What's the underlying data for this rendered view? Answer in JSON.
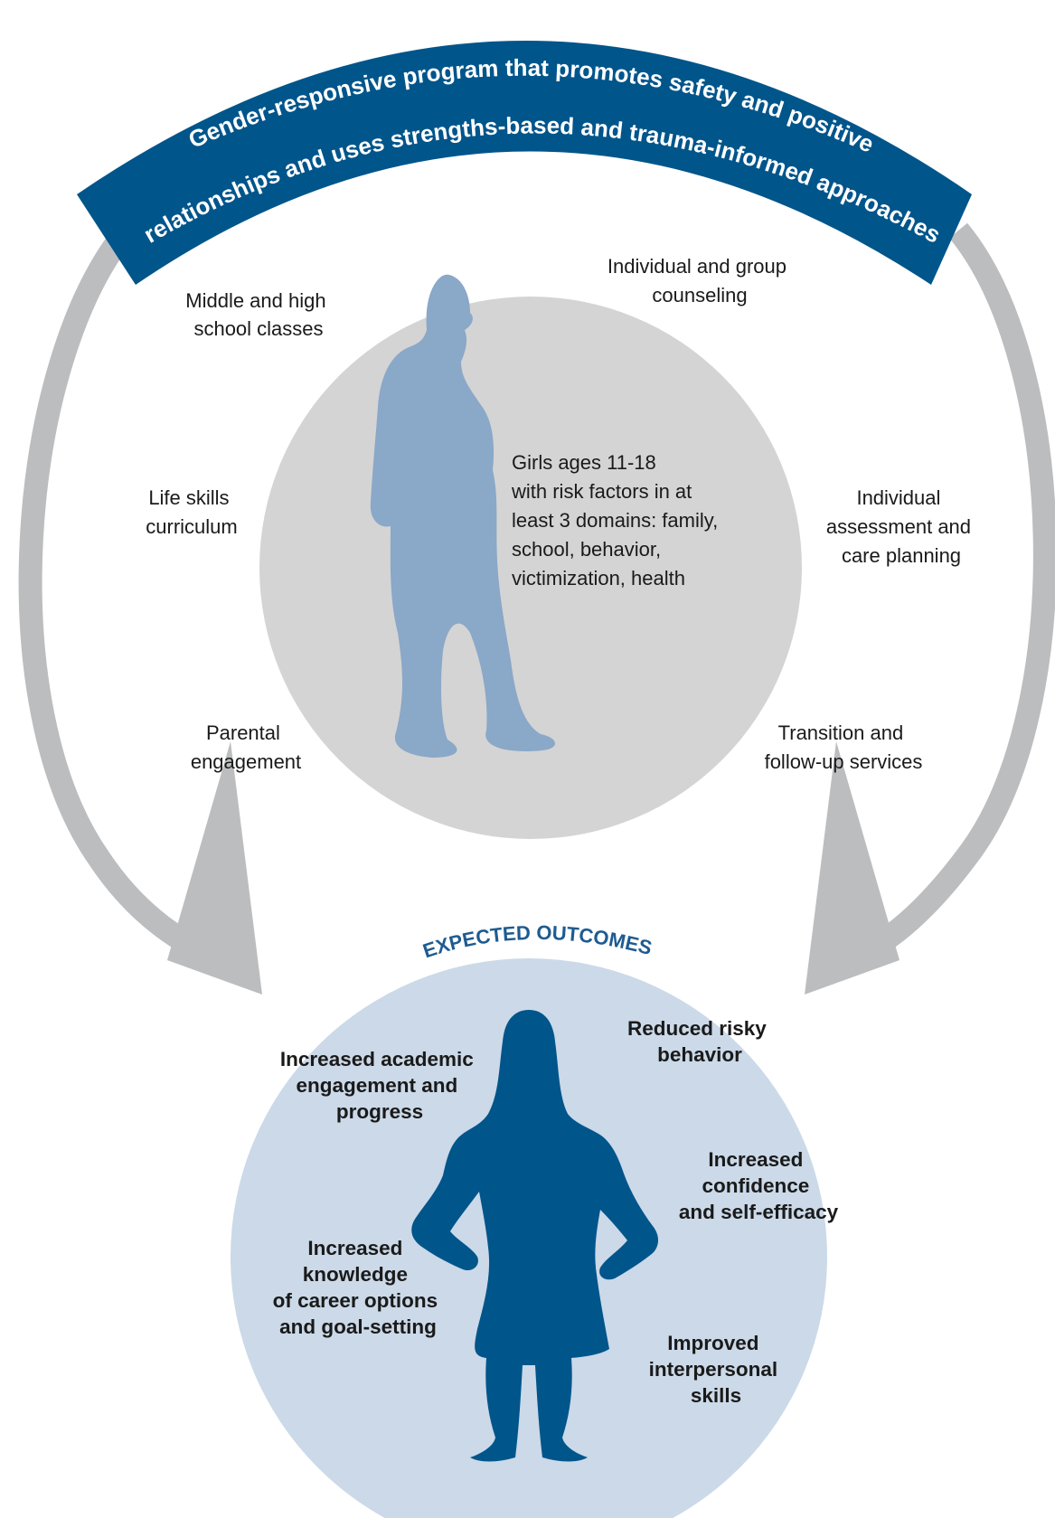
{
  "colors": {
    "banner": "#00558b",
    "arrow": "#bcbdbf",
    "inner_circle": "#d4d4d4",
    "outcome_circle": "#cbd9e8",
    "figure_light": "#8aa8c8",
    "figure_dark": "#00558b",
    "outcome_heading": "#1e5b91"
  },
  "banner": {
    "line1": "Gender-responsive program that promotes safety and positive",
    "line2": "relationships and uses strengths-based and trauma-informed approaches"
  },
  "center": {
    "lines": [
      "Girls ages 11-18",
      "with risk factors in at",
      "least 3 domains: family,",
      "school, behavior,",
      "victimization, health"
    ]
  },
  "components": {
    "school_classes": [
      "Middle and high",
      "school classes"
    ],
    "counseling": [
      "Individual and group",
      "counseling"
    ],
    "life_skills": [
      "Life skills",
      "curriculum"
    ],
    "assessment": [
      "Individual",
      "assessment and",
      "care planning"
    ],
    "parental": [
      "Parental",
      "engagement"
    ],
    "transition": [
      "Transition and",
      "follow-up services"
    ]
  },
  "outcomes": {
    "heading": "EXPECTED OUTCOMES",
    "academic": [
      "Increased academic",
      "engagement and",
      "progress"
    ],
    "risky": [
      "Reduced risky",
      "behavior"
    ],
    "confidence": [
      "Increased",
      "confidence",
      "and self-efficacy"
    ],
    "career": [
      "Increased",
      "knowledge",
      "of career options",
      "and goal-setting"
    ],
    "interpersonal": [
      "Improved",
      "interpersonal",
      "skills"
    ]
  }
}
